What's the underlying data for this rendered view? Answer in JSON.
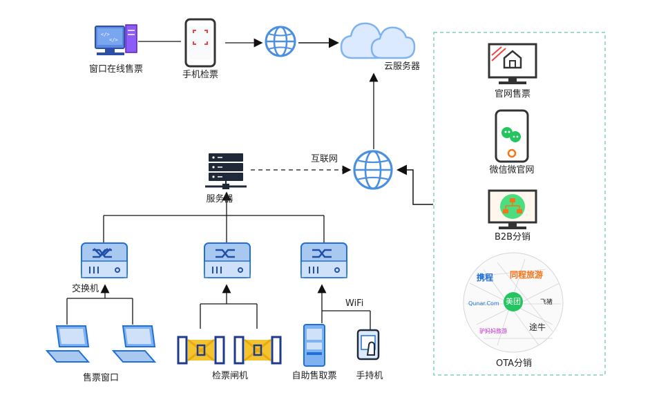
{
  "labels": {
    "window_online_ticketing": "窗口在线售票",
    "mobile_ticket_check": "手机检票",
    "cloud_server": "云服务器",
    "internet": "互联网",
    "server": "服务器",
    "switch": "交换机",
    "ticket_window": "售票窗口",
    "ticket_gate": "检票闸机",
    "self_service_ticket": "自助售取票",
    "handheld": "手持机",
    "wifi": "WiFi",
    "official_site_ticketing": "官网售票",
    "wechat_micro_site": "微信微官网",
    "b2b_distribution": "B2B分销",
    "ota_distribution": "OTA分销"
  },
  "ota_logos": {
    "ctrip": "携程",
    "ly": "同程旅游",
    "qunar": "Qunar.Com",
    "meituan": "美团",
    "fliggy": "飞猪",
    "tuniu": "途牛",
    "other": "驴妈妈旅游"
  },
  "colors": {
    "line": "#111111",
    "device_blue": "#1f6fd6",
    "globe_blue": "#4a8fe0",
    "cloud_blue": "#7fb2f0",
    "dashed_green": "#7fd2b8",
    "switch_fill": "#a8c8f0",
    "gate_yellow": "#f4c430",
    "gate_blue": "#1e3a8a",
    "wechat_green": "#22c55e",
    "b2b_green": "#4ade80",
    "orange": "#f97316"
  }
}
